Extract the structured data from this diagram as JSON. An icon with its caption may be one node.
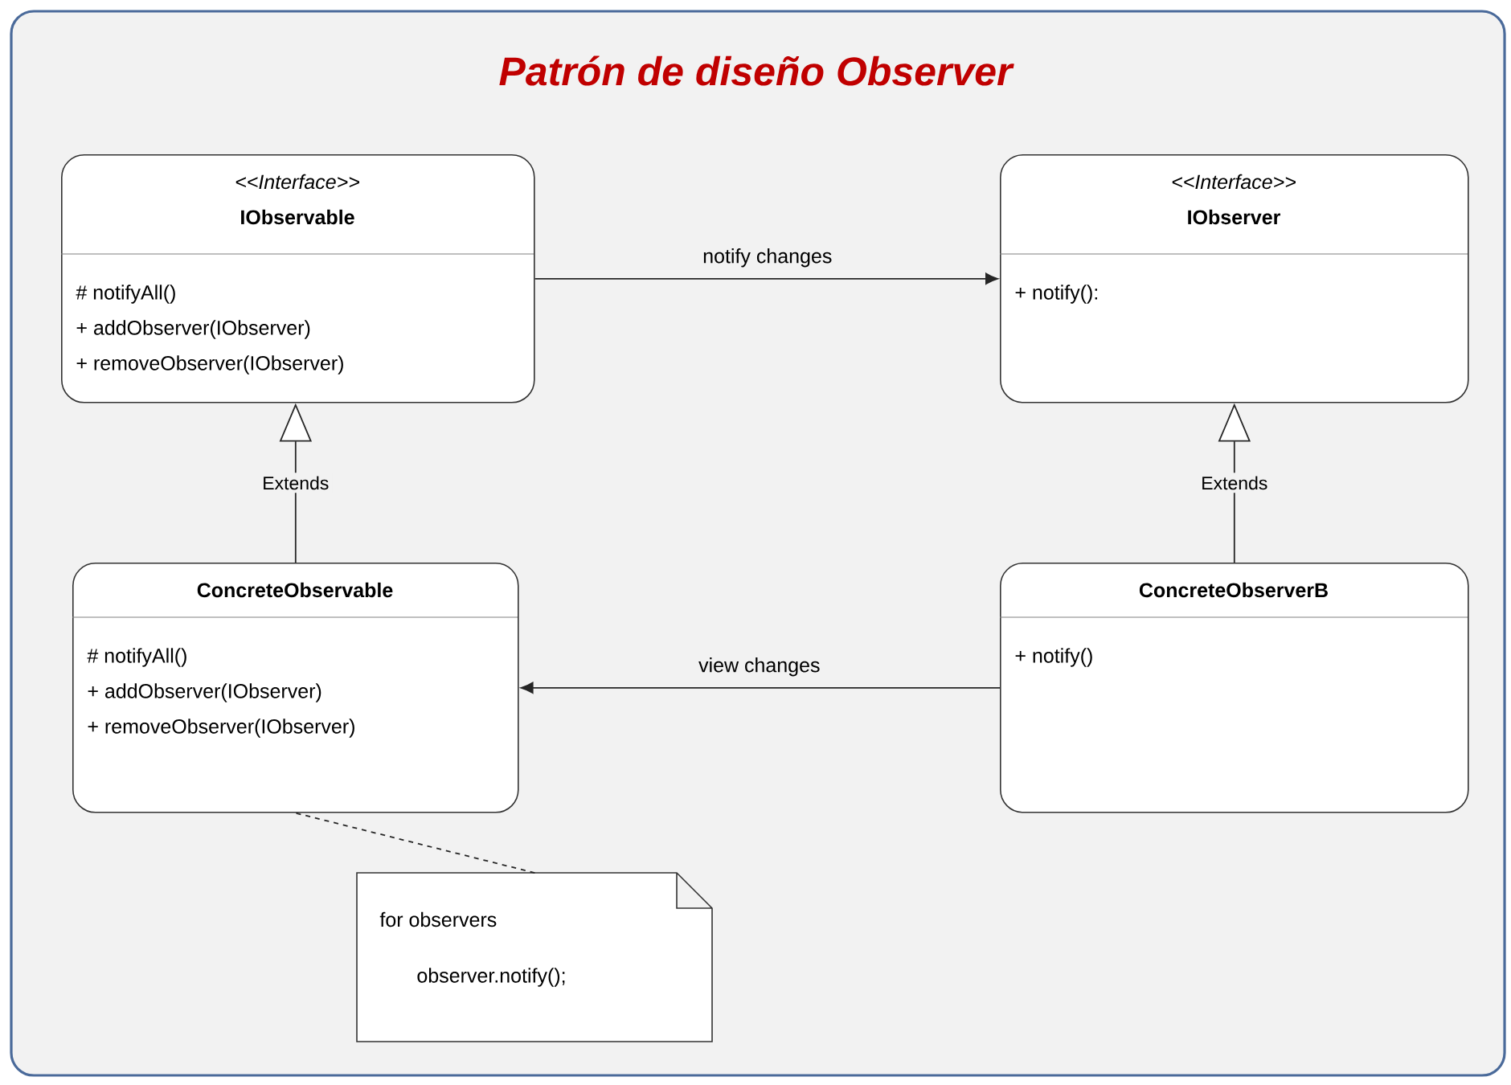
{
  "diagram": {
    "title": "Patrón de diseño Observer",
    "nodes": [
      {
        "text": [
          "<<Interface>>",
          "IObservable",
          "# notifyAll()",
          "+ addObserver(IObserver)",
          "+ removeObserver(IObserver)"
        ]
      },
      {
        "text": [
          "<<Interface>>",
          "IObserver",
          "+ notify():"
        ]
      },
      {
        "text": [
          "ConcreteObservable",
          "# notifyAll()",
          "+ addObserver(IObserver)",
          "+ removeObserver(IObserver)"
        ]
      },
      {
        "text": [
          "ConcreteObserverB",
          "+ notify()"
        ]
      },
      {
        "text": [
          "for observers",
          "observer.notify();"
        ]
      }
    ],
    "edges": [
      {
        "from": 0,
        "to": 1,
        "arrow": "to",
        "label": "notify changes"
      },
      {
        "from": 2,
        "to": 0,
        "arrow": "to",
        "label": "Extends"
      },
      {
        "from": 3,
        "to": 1,
        "arrow": "to",
        "label": "Extends"
      },
      {
        "from": 3,
        "to": 2,
        "arrow": "to",
        "label": "view changes"
      },
      {
        "from": 4,
        "to": 2,
        "arrow": "none",
        "style": "dashed"
      }
    ]
  }
}
